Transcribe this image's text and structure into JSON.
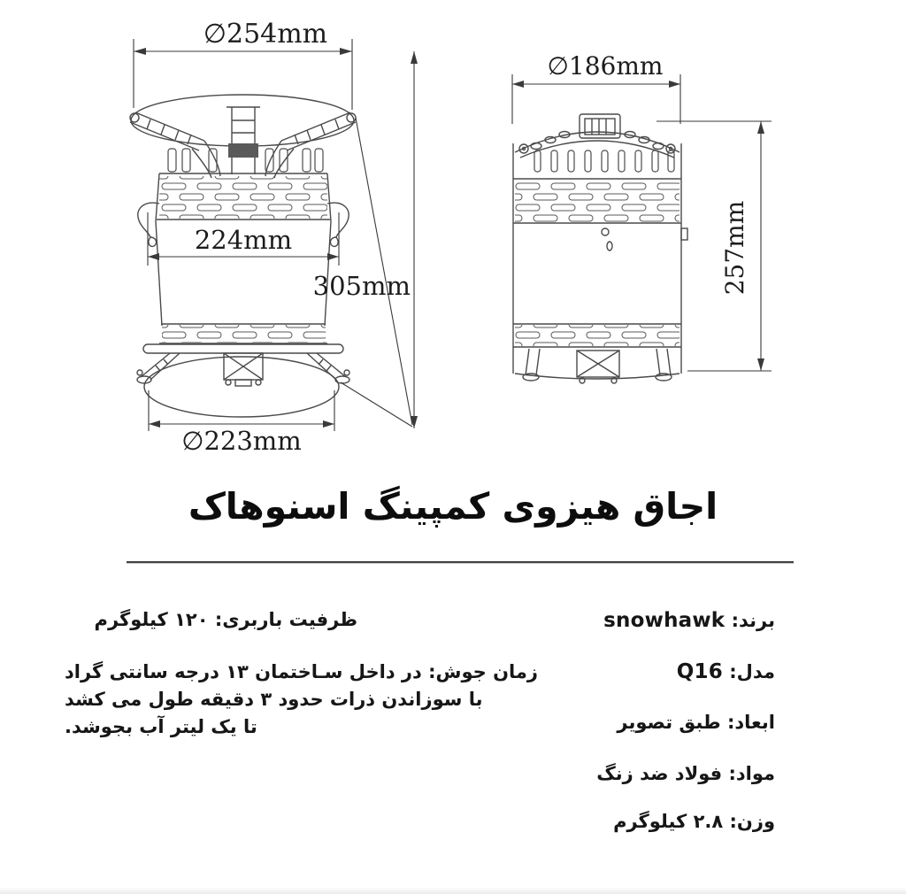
{
  "colors": {
    "ink": "#161616",
    "line_art": "#4a4a4a",
    "divider": "#414141"
  },
  "product": {
    "title": "اجاق هیزوی کمپینگ اسنوهاک"
  },
  "drawings": {
    "front": {
      "top_diameter": "∅254mm",
      "inner_width": "224mm",
      "height": "305mm",
      "base_diameter": "∅223mm"
    },
    "side": {
      "top_diameter": "∅186mm",
      "height": "257mm"
    }
  },
  "specs": {
    "brand": {
      "label": "برند:",
      "value": "snowhawk"
    },
    "model": {
      "label": "مدل:",
      "value": "Q16"
    },
    "dimensions": {
      "label": "ابعاد:",
      "value": "طبق تصویر"
    },
    "material": {
      "label": "مواد:",
      "value": "فولاد ضد زنگ"
    },
    "weight": {
      "label": "وزن:",
      "value": "۲.۸ کیلوگرم"
    },
    "load_capacity": {
      "label": "ظرفیت باربری:",
      "value": "۱۲۰ کیلوگرم"
    },
    "boil_time": {
      "label": "زمان جوش:",
      "value": "در داخل سـاختمان ۱۳ درجه سانتی گراد\nبا سوزاندن ذرات حدود ۳ دقیقه طول می کشد\nتا یک لیتر آب بجوشد."
    }
  }
}
